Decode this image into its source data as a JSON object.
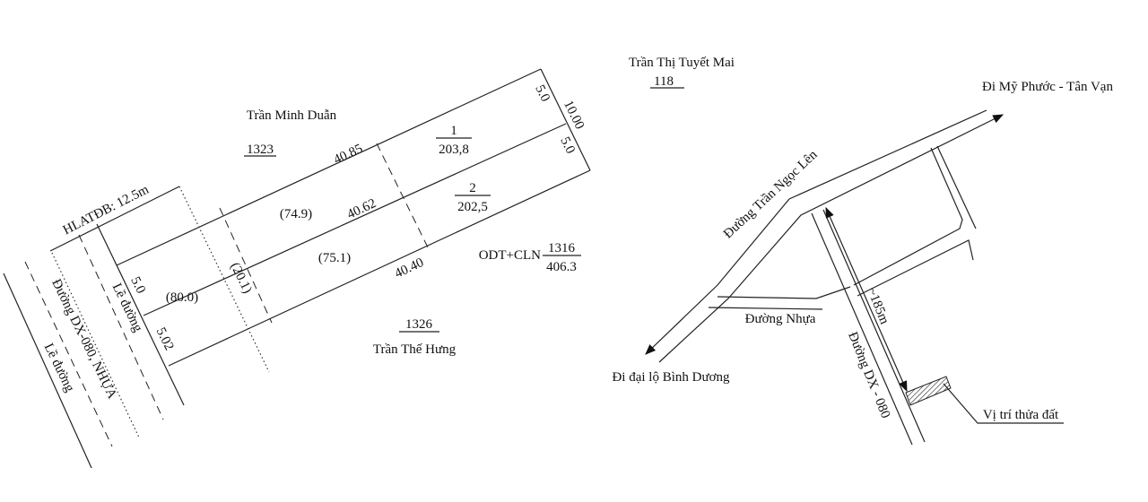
{
  "plot": {
    "hlatdb": "HLATĐB: 12.5m",
    "owner_north": "Trần Minh Duẫn",
    "parcel_north": "1323",
    "owner_south": "Trần Thế Hưng",
    "parcel_south": "1326",
    "owner_ne": "Trần Thị Tuyết Mai",
    "parcel_ne": "118",
    "land_use": "ODT+CLN",
    "parcel_total_no": "1316",
    "parcel_total_area": "406.3",
    "lot1_no": "1",
    "lot1_area": "203,8",
    "lot2_no": "2",
    "lot2_area": "202,5",
    "dim_top": "40.85",
    "dim_mid": "40.62",
    "dim_bottom": "40.40",
    "dim_right_total": "10.00",
    "dim_right_top": "5.0",
    "dim_right_bottom": "5.0",
    "dim_left_top": "5.0",
    "dim_left_bottom": "5.02",
    "area_749": "(74.9)",
    "area_751": "(75.1)",
    "area_800": "(80.0)",
    "area_201": "(20.1)",
    "curb_inner": "Lề đường",
    "road_name": "Đường DX-080, NHỰA",
    "curb_outer": "Lề đường"
  },
  "map": {
    "to_ne": "Đi Mỹ Phước - Tân Vạn",
    "to_sw": "Đi đại lộ Bình Dương",
    "road_main": "Đường Trần Ngọc Lên",
    "road_asphalt": "Đường Nhựa",
    "road_dx": "Đường DX - 080",
    "distance": "~185m",
    "location": "Vị trí thửa đất"
  }
}
